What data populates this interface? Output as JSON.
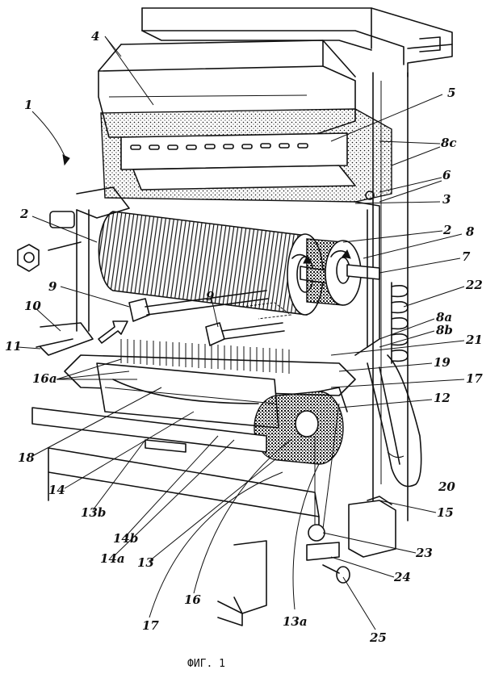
{
  "figure": {
    "caption": "ФИГ. 1",
    "labels": {
      "l1": "1",
      "l2a": "2",
      "l2b": "2",
      "l3": "3",
      "l4": "4",
      "l5": "5",
      "l6": "6",
      "l7": "7",
      "l8": "8",
      "l8a": "8a",
      "l8b": "8b",
      "l8c": "8c",
      "l9a": "9",
      "l9b": "9",
      "l10": "10",
      "l11": "11",
      "l12": "12",
      "l13": "13",
      "l13a": "13a",
      "l13b": "13b",
      "l14": "14",
      "l14a": "14a",
      "l14b": "14b",
      "l15": "15",
      "l16": "16",
      "l16a": "16a",
      "l17a": "17",
      "l17b": "17",
      "l18": "18",
      "l19": "19",
      "l20": "20",
      "l21": "21",
      "l22": "22",
      "l23": "23",
      "l24": "24",
      "l25": "25"
    }
  }
}
